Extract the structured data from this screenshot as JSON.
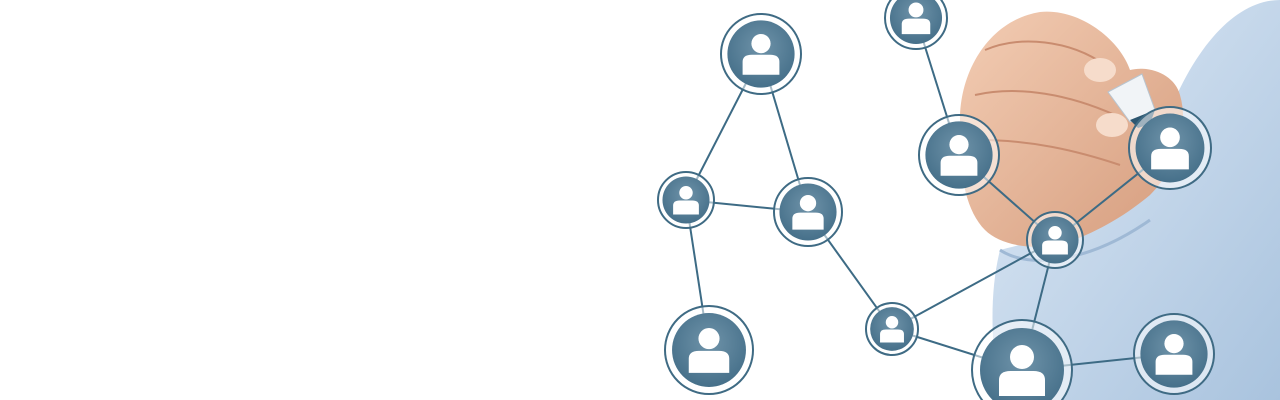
{
  "image": {
    "subject": "hand-drawing-social-network",
    "colors": {
      "background": "#ffffff",
      "node_fill": "#527a92",
      "node_ring": "#3f6b84",
      "link": "#3d6b85",
      "person": "#ffffff",
      "sleeve": "#c5d9ee",
      "skin": "#e8b79a"
    },
    "nodes": [
      {
        "name": "node-top-center"
      },
      {
        "name": "node-top-right"
      },
      {
        "name": "node-left-middle"
      },
      {
        "name": "node-center-middle"
      },
      {
        "name": "node-bottom-left"
      },
      {
        "name": "node-hand"
      },
      {
        "name": "node-pen-tip"
      },
      {
        "name": "node-wrist"
      },
      {
        "name": "node-small-center"
      },
      {
        "name": "node-bottom-center"
      },
      {
        "name": "node-bottom-right"
      }
    ]
  }
}
